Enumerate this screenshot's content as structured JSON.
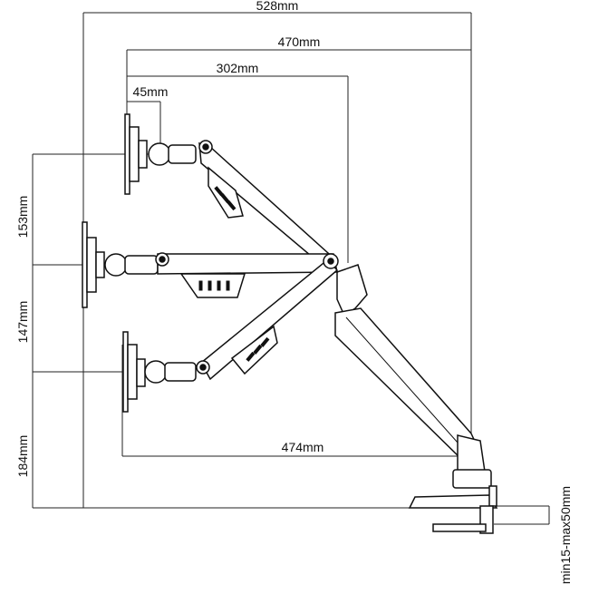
{
  "diagram": {
    "labels": {
      "total_width": "528mm",
      "reach_upper": "470mm",
      "reach_middle": "302mm",
      "mount_offset": "45mm",
      "height_upper": "153mm",
      "height_lower": "147mm",
      "height_base": "184mm",
      "reach_lower": "474mm",
      "desk_thickness": "min15-max50mm"
    },
    "colors": {
      "line": "#111111",
      "fill": "#ffffff",
      "dimension": "#222222"
    }
  }
}
